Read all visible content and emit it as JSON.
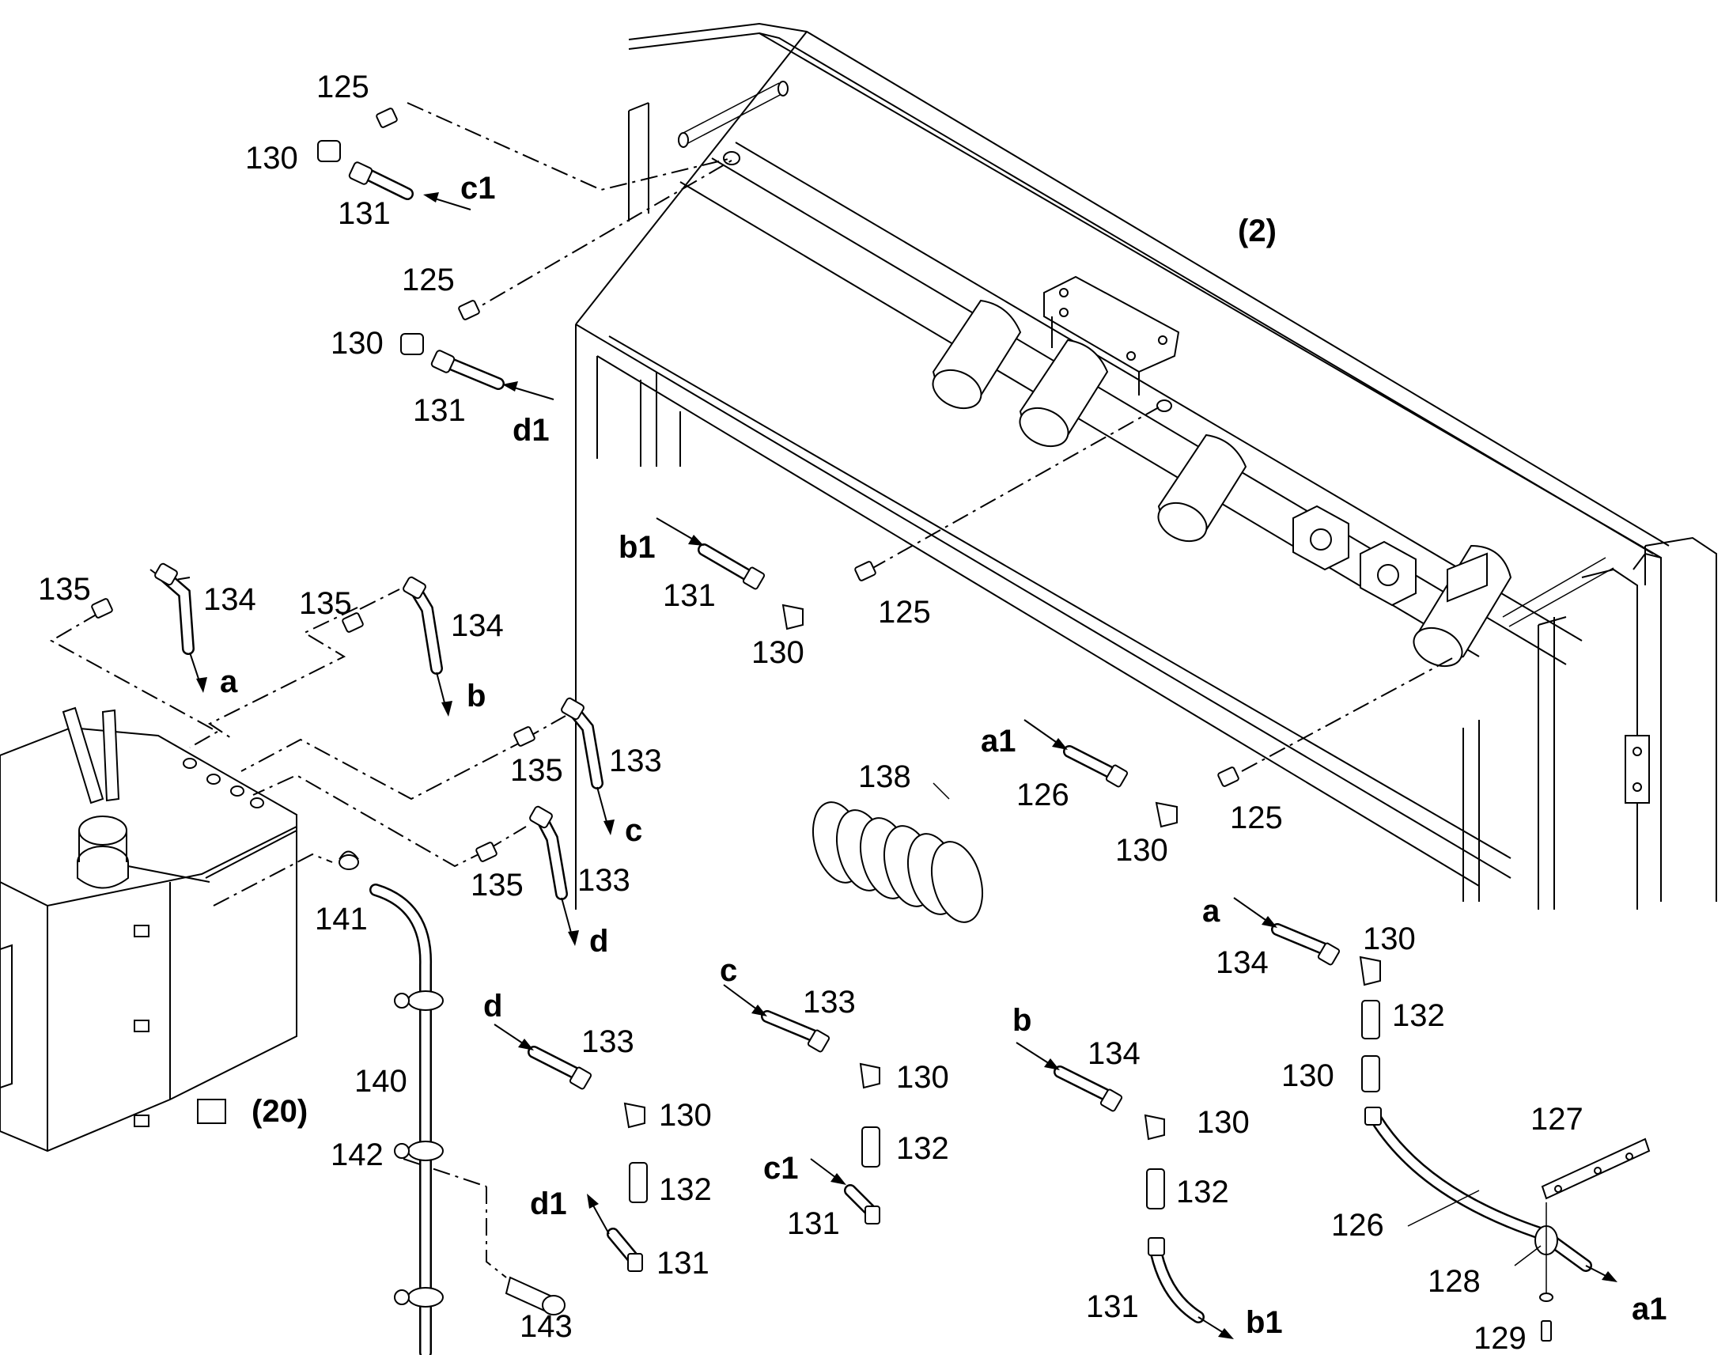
{
  "assemblies": {
    "tank_assembly": "(2)",
    "reservoir": "(20)"
  },
  "callouts": {
    "p125_top": "125",
    "p130_top": "130",
    "p131_top": "131",
    "c1_top": "c1",
    "p125_mid": "125",
    "p130_mid": "130",
    "p131_mid": "131",
    "d1_top": "d1",
    "b1_top": "b1",
    "p131_b1": "131",
    "p130_b1": "130",
    "p125_b1": "125",
    "p135_a": "135",
    "p134_a": "134",
    "a_left": "a",
    "p135_b": "135",
    "p134_b": "134",
    "b_left": "b",
    "p135_c": "135",
    "p133_c": "133",
    "c_left": "c",
    "p135_d": "135",
    "p133_d": "133",
    "d_left": "d",
    "p138": "138",
    "a1_top": "a1",
    "p126_top": "126",
    "p130_a1": "130",
    "p125_a1": "125",
    "p141": "141",
    "p140": "140",
    "p142": "142",
    "p143": "143",
    "d_bottom": "d",
    "p133_bottom_d": "133",
    "p130_bottom_d": "130",
    "p132_bottom_d": "132",
    "d1_bottom": "d1",
    "p131_bottom_d": "131",
    "c_bottom": "c",
    "p133_bottom_c": "133",
    "p130_bottom_c": "130",
    "p132_bottom_c": "132",
    "c1_bottom": "c1",
    "p131_bottom_c": "131",
    "b_bottom": "b",
    "p134_bottom_b": "134",
    "p130_bottom_b": "130",
    "p132_bottom_b": "132",
    "p131_bottom_b": "131",
    "b1_bottom": "b1",
    "a_bottom": "a",
    "p134_bottom_a": "134",
    "p130_bottom_a1": "130",
    "p132_bottom_a": "132",
    "p130_bottom_a2": "130",
    "p127": "127",
    "p126_bottom": "126",
    "p128": "128",
    "p129": "129",
    "a1_bottom": "a1"
  }
}
